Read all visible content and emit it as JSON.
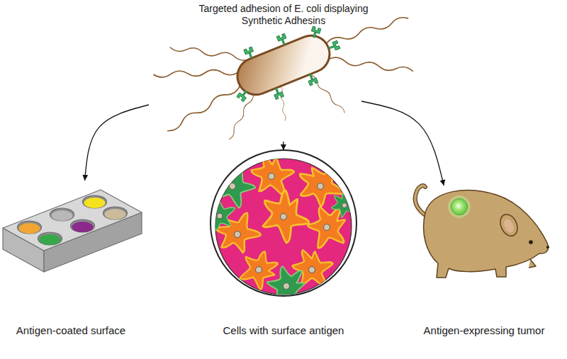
{
  "diagram": {
    "nodes": [
      {
        "text": [
          "Targeted adhesion of E. coli displaying Synthetic Adhesins"
        ]
      },
      {
        "text": [
          "Antigen-coated surface"
        ]
      },
      {
        "text": [
          "Cells with surface antigen"
        ]
      },
      {
        "text": [
          "Antigen-expressing tumor"
        ]
      }
    ],
    "edges": [
      {
        "from": 0,
        "to": 1,
        "arrow": "to"
      },
      {
        "from": 0,
        "to": 2,
        "arrow": "to"
      },
      {
        "from": 0,
        "to": 3,
        "arrow": "to"
      }
    ]
  }
}
